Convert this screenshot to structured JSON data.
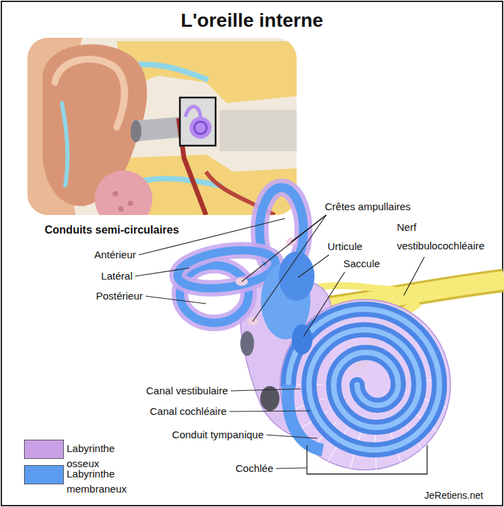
{
  "diagram": {
    "title": "L'oreille interne",
    "labels": [
      "Conduits semi-circulaires",
      "Antérieur",
      "Latéral",
      "Postérieur",
      "Crêtes ampullaires",
      "Urticule",
      "Saccule",
      "Nerf vestibulocochléaire",
      "Canal vestibulaire",
      "Canal cochléaire",
      "Conduit tympanique",
      "Cochlée",
      "JeRetiens.net"
    ],
    "legend": [
      {
        "text": "Labyrinthe osseux",
        "color": "#c9a0e6"
      },
      {
        "text": "Labyrinthe membraneux",
        "color": "#5b9cf0"
      }
    ]
  }
}
